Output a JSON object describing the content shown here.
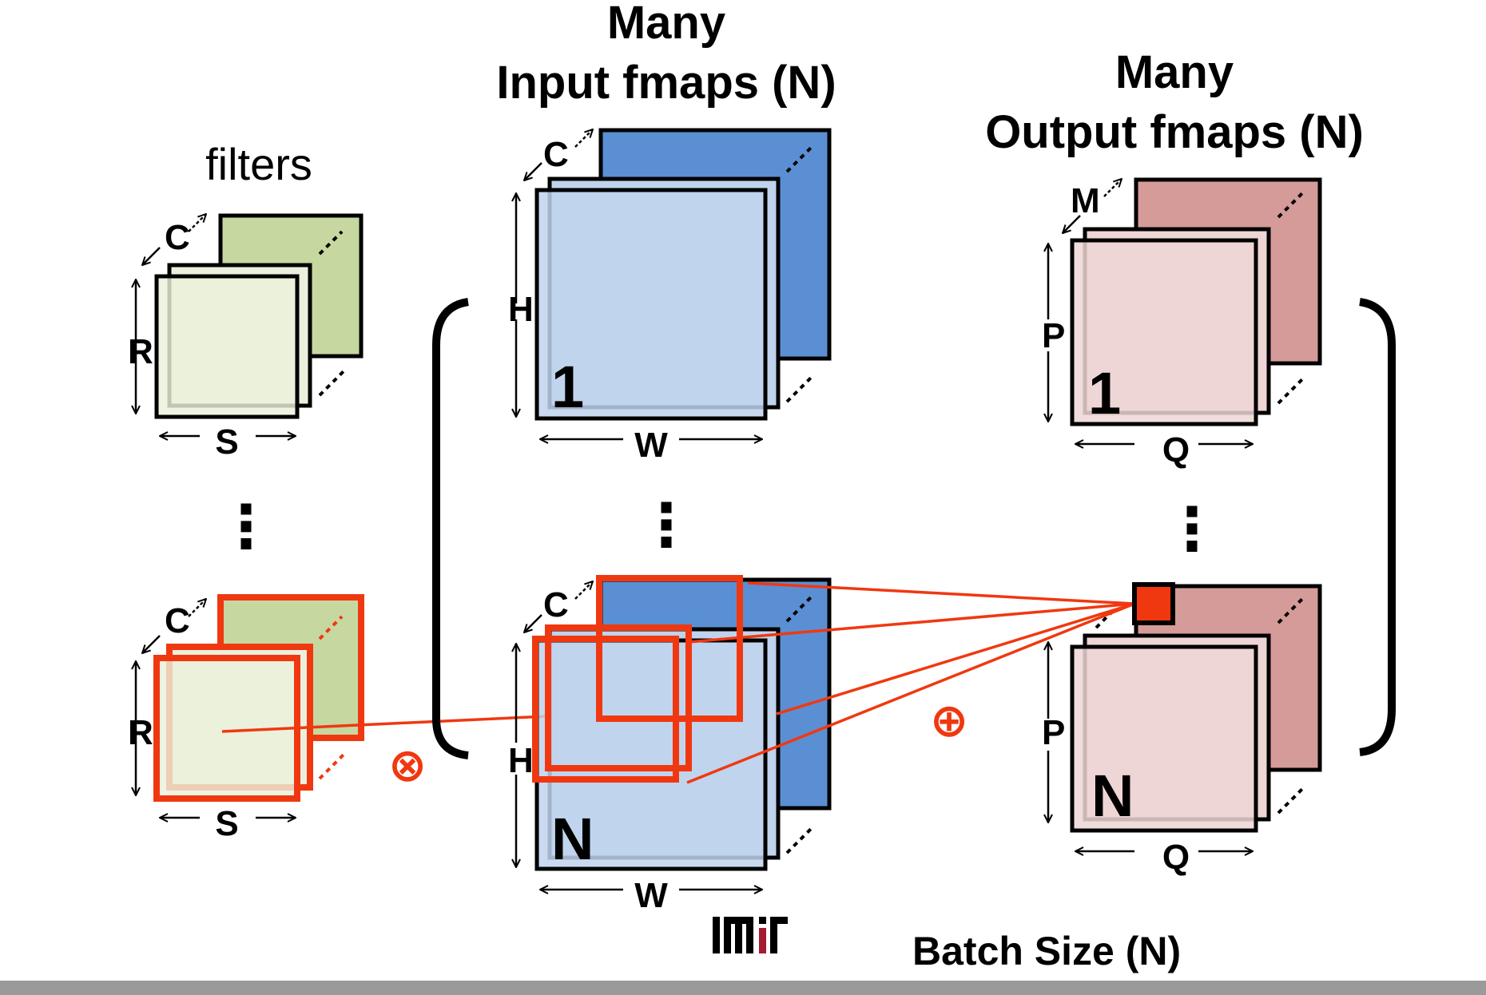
{
  "input_title": {
    "line1": "Many",
    "line2": "Input fmaps (N)"
  },
  "output_title": {
    "line1": "Many",
    "line2": "Output fmaps (N)"
  },
  "filters_title": "filters",
  "dims": {
    "C": "C",
    "R": "R",
    "S": "S",
    "H": "H",
    "W": "W",
    "M": "M",
    "P": "P",
    "Q": "Q"
  },
  "index": {
    "first": "1",
    "last": "N"
  },
  "ops": {
    "multiply": "⊗",
    "accumulate": "⊕"
  },
  "ellipsis": "⋮",
  "logo_icon": "mit-logo",
  "footer": "Batch Size (N)",
  "colors": {
    "filter_back": "#c7d7a0",
    "filter_front": "#ebf0dc",
    "input_back": "#5b8fd3",
    "input_front": "#c0d3ed",
    "output_back": "#d59b99",
    "output_front": "#eed6d6",
    "highlight": "#f03810",
    "bottom_bar": "#9a9a9a"
  }
}
